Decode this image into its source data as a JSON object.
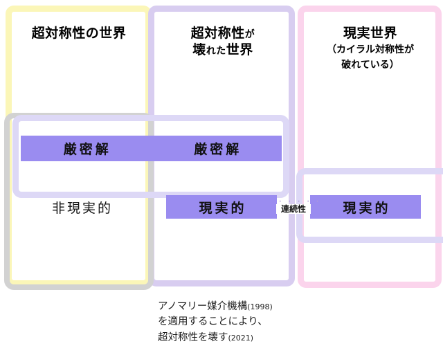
{
  "diagram": {
    "columns": [
      {
        "id": "supersymmetric-world",
        "header": "超対称性の世界",
        "subtitle": "",
        "frame_color": "#fbf6b8",
        "rows": {
          "exact_solution": "厳密解",
          "reality": "非現実的"
        }
      },
      {
        "id": "broken-supersymmetry-world",
        "header_line1": "超対称性",
        "header_line1_particle": "が",
        "header_line2_kanji": "壊",
        "header_line2_kana": "れた",
        "header_line2_tail": "世界",
        "header": "超対称性が壊れた世界",
        "subtitle": "",
        "frame_color": "#d8cdf0",
        "rows": {
          "exact_solution": "厳密解",
          "reality": "現実的"
        }
      },
      {
        "id": "real-world",
        "header": "現実世界",
        "subtitle_line1": "（カイラル対称性が",
        "subtitle_line2": "破れている）",
        "frame_color": "#fbd4ec",
        "rows": {
          "exact_solution": "",
          "reality": "現実的"
        }
      }
    ],
    "continuity_label": {
      "text": "連続性",
      "emphasis_dots": "• • • • •"
    },
    "caption": {
      "line1_text": "アノマリー媒介機構",
      "line1_year": "(1998)",
      "line2_text": "を適用することにより、",
      "line3_text": "超対称性を壊す",
      "line3_year": "(2021)"
    },
    "colors": {
      "bar_purple": "#9a8cf0",
      "connector_lavender": "#ddd8f6",
      "gray_frame": "#d2d2d2",
      "yellow_frame": "#fbf6b8",
      "lavender_frame": "#d8cdf0",
      "pink_frame": "#fbd4ec",
      "background": "#ffffff",
      "text": "#111111"
    }
  }
}
